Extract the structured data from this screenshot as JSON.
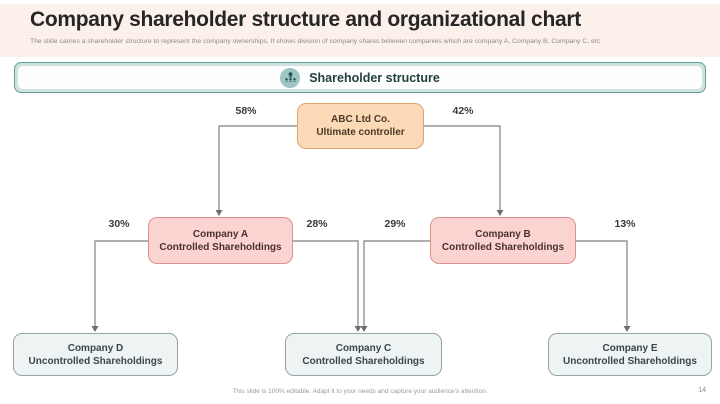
{
  "header": {
    "title": "Company shareholder structure and organizational chart",
    "subtitle": "The slide carries a shareholder structure to represent the company ownerships. It shows division of company shares between companies which are company A, Company B, Company C, etc"
  },
  "banner": {
    "icon": "people-group-icon",
    "label": "Shareholder structure"
  },
  "chart": {
    "type": "org-chart",
    "root": {
      "line1": "ABC Ltd Co.",
      "line2": "Ultimate controller"
    },
    "level2": [
      {
        "line1": "Company A",
        "line2": "Controlled Shareholdings"
      },
      {
        "line1": "Company B",
        "line2": "Controlled Shareholdings"
      }
    ],
    "level3": [
      {
        "line1": "Company D",
        "line2": "Uncontrolled Shareholdings"
      },
      {
        "line1": "Company C",
        "line2": "Controlled Shareholdings"
      },
      {
        "line1": "Company E",
        "line2": "Uncontrolled Shareholdings"
      }
    ],
    "connections": [
      {
        "from": "ABC Ltd Co.",
        "to": "Company A",
        "share": "58%"
      },
      {
        "from": "ABC Ltd Co.",
        "to": "Company B",
        "share": "42%"
      },
      {
        "from": "Company A",
        "to": "Company D",
        "share": "30%"
      },
      {
        "from": "Company A",
        "to": "Company C",
        "share": "28%"
      },
      {
        "from": "Company B",
        "to": "Company C",
        "share": "29%"
      },
      {
        "from": "Company B",
        "to": "Company E",
        "share": "13%"
      }
    ]
  },
  "footer": {
    "note": "This slide is 100% editable. Adapt it to your needs and capture your audience's attention.",
    "page_number": "14"
  },
  "colors": {
    "title_band": "#fcf0ea",
    "banner_fill": "#cde4e1",
    "banner_border": "#679d99",
    "banner_icon_circle": "#9cc6c3",
    "root_fill": "#fcd9b7",
    "root_border": "#dfa271",
    "level2_fill": "#fbd4d1",
    "level2_border": "#db918e",
    "level3_fill": "#eef3f4",
    "level3_border": "#94a4a7",
    "connector_line": "#808080"
  }
}
